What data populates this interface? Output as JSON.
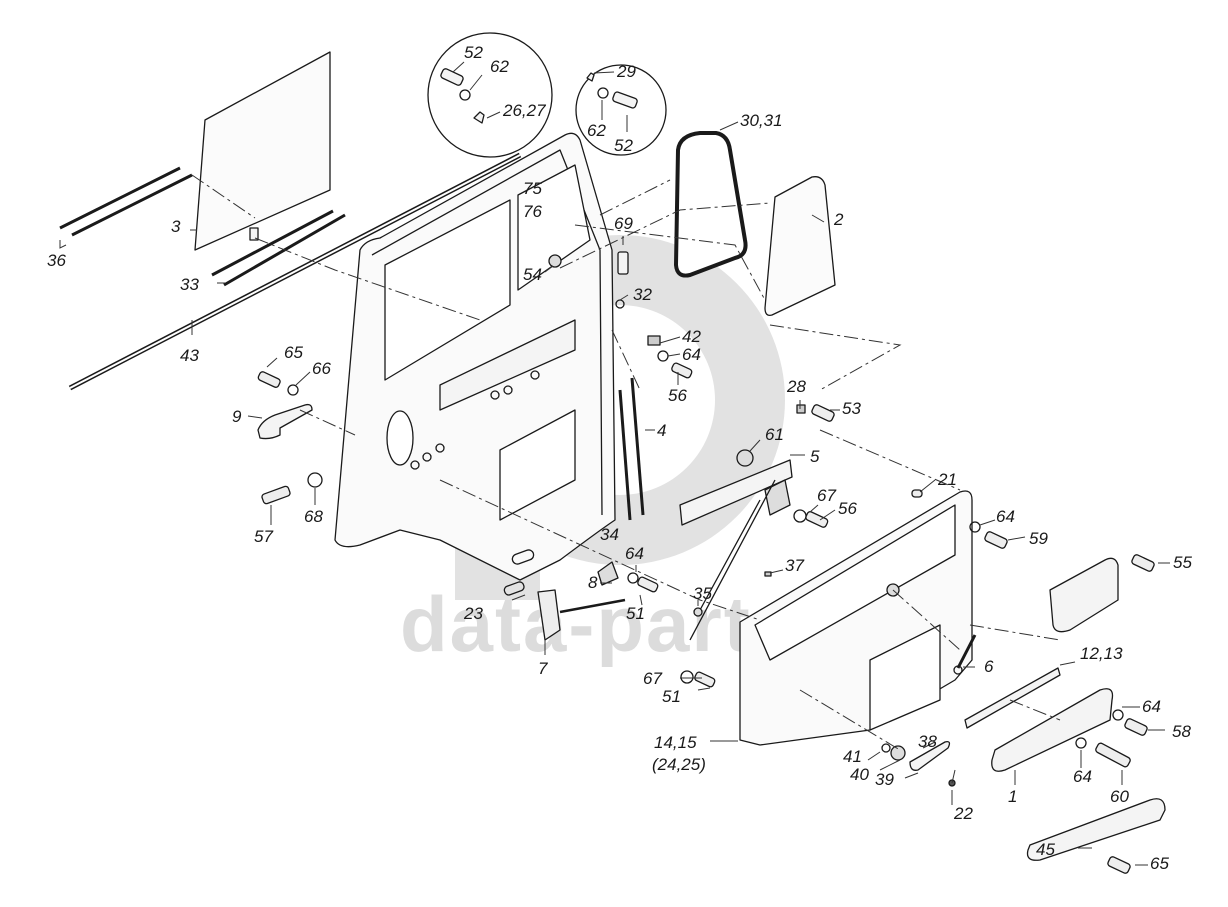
{
  "diagram": {
    "subject": "Truck cab door assembly (exploded view)",
    "watermark": {
      "text": "data-parts",
      "color": "#dcdcdc"
    },
    "colors": {
      "line": "#1a1a1a",
      "part_fill": "#f4f4f4",
      "leader": "#333333",
      "background": "#ffffff"
    },
    "insets": [
      {
        "id": "inset-left",
        "labels": [
          "52",
          "62",
          "26,27"
        ]
      },
      {
        "id": "inset-right",
        "labels": [
          "29",
          "62",
          "52"
        ]
      }
    ],
    "callouts": [
      {
        "id": "c52a",
        "text": "52"
      },
      {
        "id": "c62a",
        "text": "62"
      },
      {
        "id": "c2627",
        "text": "26,27"
      },
      {
        "id": "c29",
        "text": "29"
      },
      {
        "id": "c62b",
        "text": "62"
      },
      {
        "id": "c52b",
        "text": "52"
      },
      {
        "id": "c3031",
        "text": "30,31"
      },
      {
        "id": "c75",
        "text": "75"
      },
      {
        "id": "c76",
        "text": "76"
      },
      {
        "id": "c2",
        "text": "2"
      },
      {
        "id": "c69",
        "text": "69"
      },
      {
        "id": "c3",
        "text": "3"
      },
      {
        "id": "c36",
        "text": "36"
      },
      {
        "id": "c54",
        "text": "54"
      },
      {
        "id": "c33",
        "text": "33"
      },
      {
        "id": "c32",
        "text": "32"
      },
      {
        "id": "c43",
        "text": "43"
      },
      {
        "id": "c42",
        "text": "42"
      },
      {
        "id": "c64a",
        "text": "64"
      },
      {
        "id": "c65a",
        "text": "65"
      },
      {
        "id": "c66",
        "text": "66"
      },
      {
        "id": "c56a",
        "text": "56"
      },
      {
        "id": "c28",
        "text": "28"
      },
      {
        "id": "c53",
        "text": "53"
      },
      {
        "id": "c9",
        "text": "9"
      },
      {
        "id": "c4",
        "text": "4"
      },
      {
        "id": "c61",
        "text": "61"
      },
      {
        "id": "c5",
        "text": "5"
      },
      {
        "id": "c21",
        "text": "21"
      },
      {
        "id": "c67a",
        "text": "67"
      },
      {
        "id": "c56b",
        "text": "56"
      },
      {
        "id": "c57",
        "text": "57"
      },
      {
        "id": "c68",
        "text": "68"
      },
      {
        "id": "c34",
        "text": "34"
      },
      {
        "id": "c64b",
        "text": "64"
      },
      {
        "id": "c59",
        "text": "59"
      },
      {
        "id": "c64c",
        "text": "64"
      },
      {
        "id": "c37",
        "text": "37"
      },
      {
        "id": "c55",
        "text": "55"
      },
      {
        "id": "c8",
        "text": "8"
      },
      {
        "id": "c35",
        "text": "35"
      },
      {
        "id": "c51a",
        "text": "51"
      },
      {
        "id": "c23",
        "text": "23"
      },
      {
        "id": "c6",
        "text": "6"
      },
      {
        "id": "c1213",
        "text": "12,13"
      },
      {
        "id": "c7",
        "text": "7"
      },
      {
        "id": "c67b",
        "text": "67"
      },
      {
        "id": "c51b",
        "text": "51"
      },
      {
        "id": "c64d",
        "text": "64"
      },
      {
        "id": "c58",
        "text": "58"
      },
      {
        "id": "c1415",
        "text": "14,15"
      },
      {
        "id": "c2425",
        "text": "(24,25)"
      },
      {
        "id": "c41",
        "text": "41"
      },
      {
        "id": "c38",
        "text": "38"
      },
      {
        "id": "c40",
        "text": "40"
      },
      {
        "id": "c39",
        "text": "39"
      },
      {
        "id": "c64e",
        "text": "64"
      },
      {
        "id": "c60",
        "text": "60"
      },
      {
        "id": "c1",
        "text": "1"
      },
      {
        "id": "c22",
        "text": "22"
      },
      {
        "id": "c45",
        "text": "45"
      },
      {
        "id": "c65b",
        "text": "65"
      }
    ]
  }
}
